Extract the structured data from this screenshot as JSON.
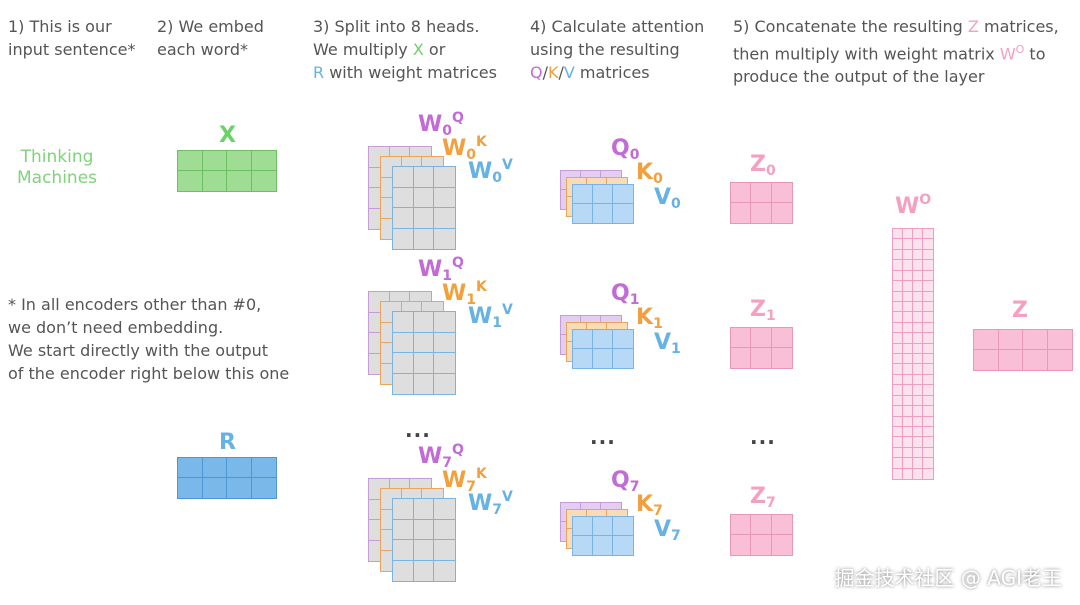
{
  "steps": {
    "s1": "1) This is our\ninput sentence*",
    "s2": "2) We embed\neach word*",
    "s3": {
      "l1": "3) Split into 8 heads.",
      "l2a": "We multiply ",
      "x": "X",
      "l2b": " or",
      "r": "R",
      "l3": " with weight matrices"
    },
    "s4": {
      "l1": "4) Calculate attention",
      "l2": "using the resulting",
      "q": "Q",
      "sep1": "/",
      "k": "K",
      "sep2": "/",
      "v": "V",
      "l3": " matrices"
    },
    "s5": {
      "l1a": "5) Concatenate the resulting ",
      "z": "Z",
      "l1b": " matrices,",
      "l2a": "then multiply with weight matrix ",
      "w": "W",
      "wsup": "O",
      "l2b": " to",
      "l3": "produce the output of the layer"
    }
  },
  "sentence": {
    "word1": "Thinking",
    "word2": "Machines"
  },
  "note": [
    "* In all encoders other than #0,",
    "we don’t need embedding.",
    "We start directly with the output",
    "of the encoder right below this one"
  ],
  "labels": {
    "x": "X",
    "r": "R",
    "z_final": "Z",
    "wo": "W",
    "wo_sup": "O",
    "w": "W",
    "q": "Q",
    "k": "K",
    "v": "V",
    "zh": "Z"
  },
  "heads": [
    {
      "index": "0"
    },
    {
      "index": "1"
    },
    {
      "index": "7"
    }
  ],
  "ellipsis": "...",
  "watermark": "掘金技术社区 @ AGI老王",
  "colors": {
    "x": "#6cd167",
    "x_fill": "#9fdc94",
    "x_line": "#6cc063",
    "r": "#66b2e4",
    "r_fill": "#7ab8ea",
    "r_line": "#4f97d4",
    "q": "#c26bd6",
    "q_fill": "#e3cdf0",
    "q_line": "#c79ad9",
    "k": "#f2a03d",
    "k_fill": "#f8dcb8",
    "k_line": "#eaa45c",
    "v": "#66b2e4",
    "v_fill": "#b8d9f6",
    "v_line": "#7ab4e3",
    "w_fill": "#dedede",
    "z": "#f4a1c1",
    "z_fill": "#f9bfd6",
    "z_line": "#e897b7",
    "wo_fill": "#fbe2ec",
    "wo_line": "#ee9fbf"
  }
}
